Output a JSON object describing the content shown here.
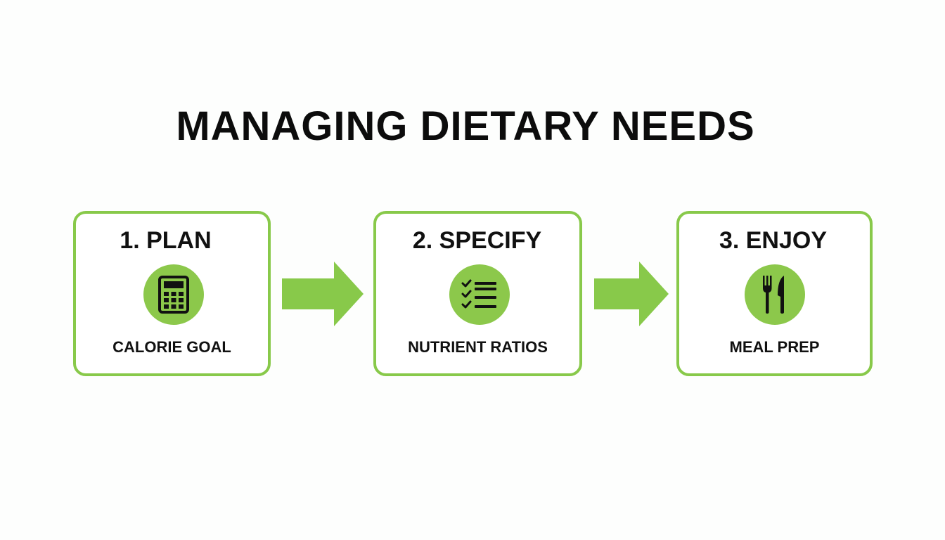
{
  "title": "MANAGING DIETARY NEEDS",
  "accent_color": "#88c94a",
  "steps": [
    {
      "heading": "1. PLAN",
      "icon": "calculator-icon",
      "caption": "CALORIE GOAL"
    },
    {
      "heading": "2. SPECIFY",
      "icon": "checklist-icon",
      "caption": "NUTRIENT RATIOS"
    },
    {
      "heading": "3. ENJOY",
      "icon": "fork-knife-icon",
      "caption": "MEAL PREP"
    }
  ]
}
